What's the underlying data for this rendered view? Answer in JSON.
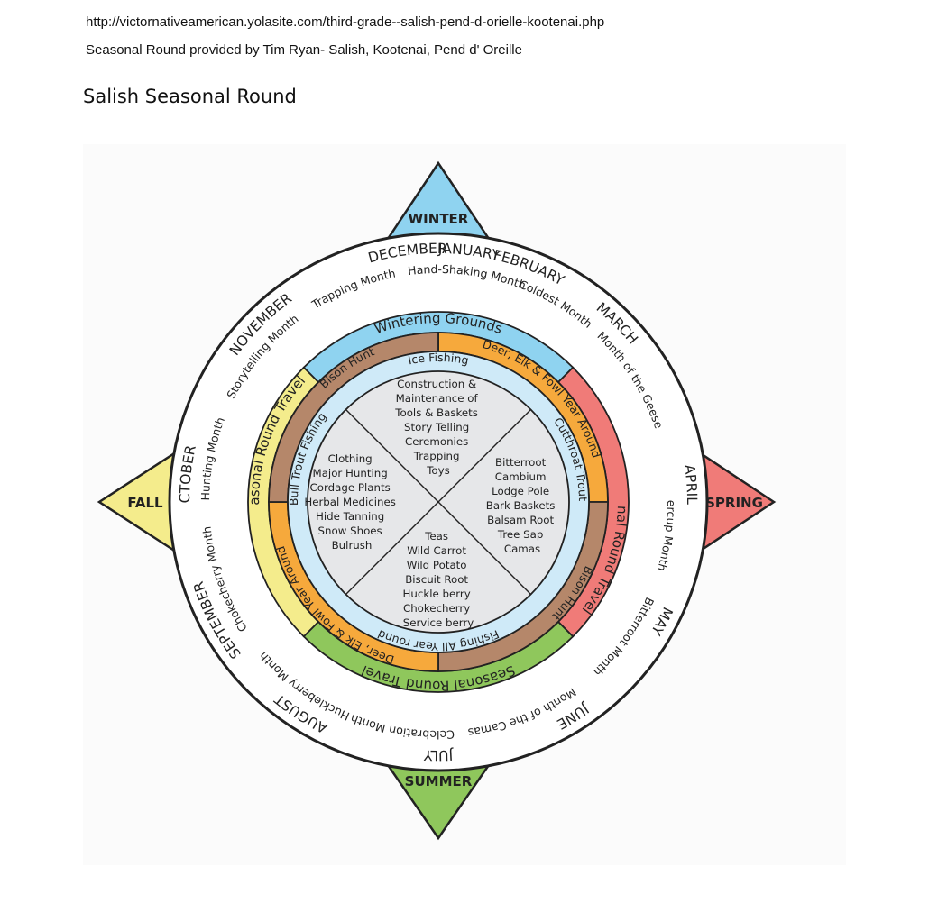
{
  "header": {
    "url": "http://victornativeamerican.yolasite.com/third-grade--salish-pend-d-orielle-kootenai.php",
    "provided_by": "Seasonal Round provided by Tim Ryan- Salish, Kootenai, Pend d' Oreille",
    "title": "Salish Seasonal Round"
  },
  "seasons": {
    "winter": "WINTER",
    "spring": "SPRING",
    "summer": "SUMMER",
    "fall": "FALL"
  },
  "months": [
    {
      "name": "JANUARY",
      "moon": "Hand-Shaking Month"
    },
    {
      "name": "FEBRUARY",
      "moon": "Coldest Month"
    },
    {
      "name": "MARCH",
      "moon": "Month of the Geese"
    },
    {
      "name": "APRIL",
      "moon": "Buttercup Month"
    },
    {
      "name": "MAY",
      "moon": "Bitterroot Month"
    },
    {
      "name": "JUNE",
      "moon": "Month of the Camas"
    },
    {
      "name": "JULY",
      "moon": "Celebration Month"
    },
    {
      "name": "AUGUST",
      "moon": "Huckleberry Month"
    },
    {
      "name": "SEPTEMBER",
      "moon": "Chokecherry Month"
    },
    {
      "name": "OCTOBER",
      "moon": "Hunting Month"
    },
    {
      "name": "NOVEMBER",
      "moon": "Storytelling Month"
    },
    {
      "name": "DECEMBER",
      "moon": "Trapping Month"
    }
  ],
  "locations": {
    "winter": "Wintering Grounds",
    "spring": "Seasonal Round Travel",
    "summer": "Seasonal Round Travel",
    "fall": "Seasonal Round Travel"
  },
  "hunting": {
    "deer_top": "Deer, Elk & Fowl Year Around",
    "deer_bottom": "Deer, Elk & Fowl Year Around",
    "bison_top": "Bison Hunt",
    "bison_bottom": "Bison Hunt"
  },
  "fishing": {
    "ice": "Ice Fishing",
    "cutthroat": "Cutthroat Trout Fishing",
    "all_year": "Fishing All Year round",
    "bull": "Bull Trout Fishing"
  },
  "activities": {
    "winter": [
      "Construction &",
      "Maintenance of",
      "Tools & Baskets",
      "Story Telling",
      "Ceremonies",
      "Trapping",
      "Toys"
    ],
    "spring": [
      "Bitterroot",
      "Cambium",
      "Lodge Pole",
      "Bark Baskets",
      "Balsam Root",
      "Tree Sap",
      "Camas"
    ],
    "summer": [
      "Teas",
      "Wild Carrot",
      "Wild Potato",
      "Biscuit Root",
      "Huckle berry",
      "Chokecherry",
      "Service berry"
    ],
    "fall": [
      "Clothing",
      "Major Hunting",
      "Cordage Plants",
      "Herbal Medicines",
      "Hide Tanning",
      "Snow Shoes",
      "Bulrush"
    ]
  },
  "colors": {
    "winter": "#8fd3f0",
    "spring": "#f07b78",
    "summer": "#8fc75c",
    "fall": "#f4ec8c",
    "brown": "#b5876a",
    "orange": "#f6a93c",
    "light_blue": "#cfeaf8",
    "center": "#e6e7e9"
  }
}
